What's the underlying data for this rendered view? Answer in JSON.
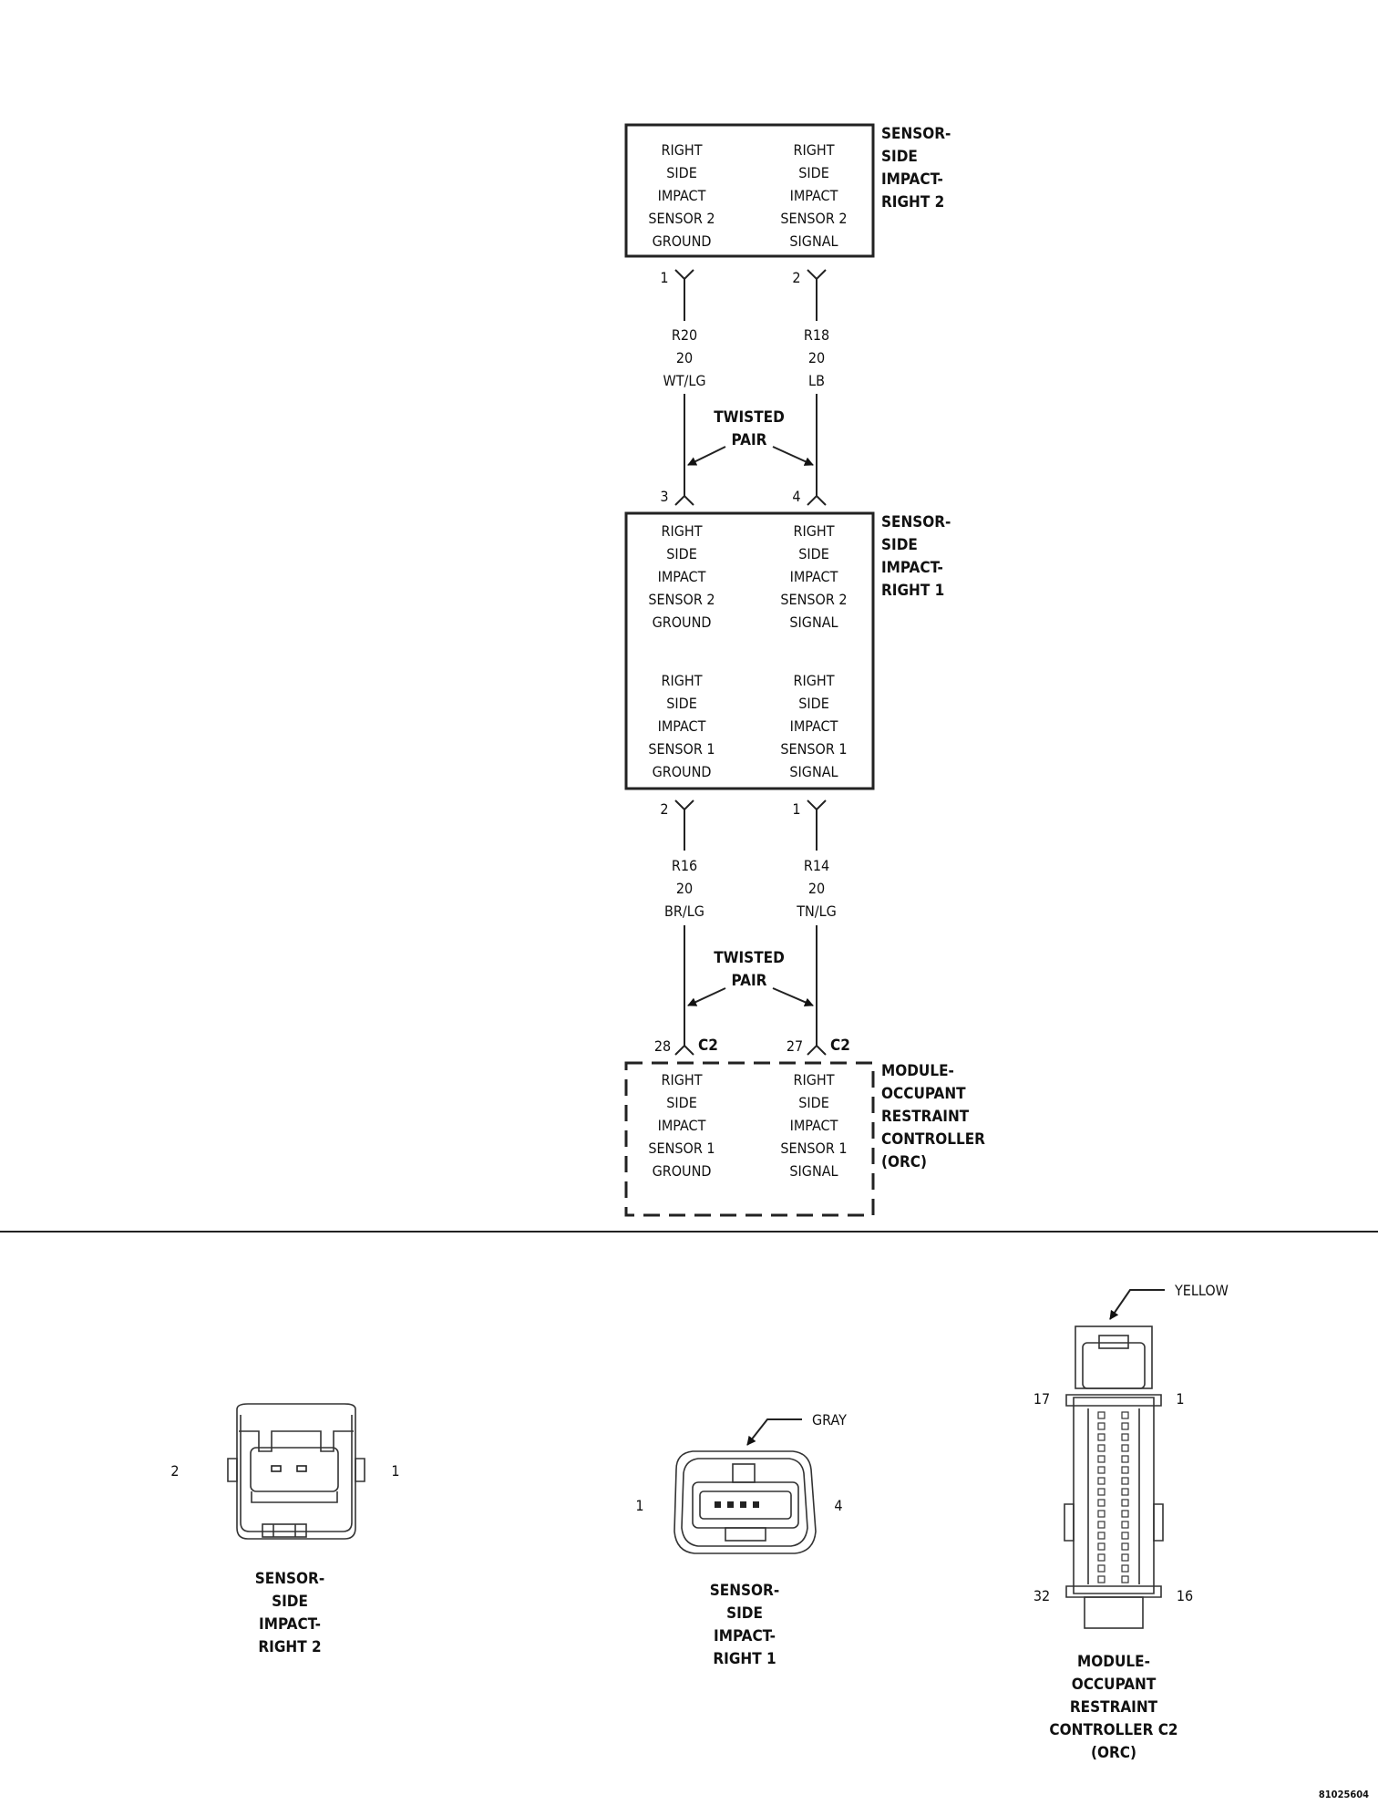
{
  "sensor_right2": {
    "title": [
      "SENSOR-",
      "SIDE",
      "IMPACT-",
      "RIGHT 2"
    ],
    "left_func": [
      "RIGHT",
      "SIDE",
      "IMPACT",
      "SENSOR 2",
      "GROUND"
    ],
    "right_func": [
      "RIGHT",
      "SIDE",
      "IMPACT",
      "SENSOR 2",
      "SIGNAL"
    ],
    "pin_left": "1",
    "pin_right": "2"
  },
  "wires_upper": {
    "left": [
      "R20",
      "20",
      "WT/LG"
    ],
    "right": [
      "R18",
      "20",
      "LB"
    ],
    "twisted": [
      "TWISTED",
      "PAIR"
    ]
  },
  "sensor_right1": {
    "title": [
      "SENSOR-",
      "SIDE",
      "IMPACT-",
      "RIGHT 1"
    ],
    "pin_in_left": "3",
    "pin_in_right": "4",
    "top_left_func": [
      "RIGHT",
      "SIDE",
      "IMPACT",
      "SENSOR 2",
      "GROUND"
    ],
    "top_right_func": [
      "RIGHT",
      "SIDE",
      "IMPACT",
      "SENSOR 2",
      "SIGNAL"
    ],
    "bot_left_func": [
      "RIGHT",
      "SIDE",
      "IMPACT",
      "SENSOR 1",
      "GROUND"
    ],
    "bot_right_func": [
      "RIGHT",
      "SIDE",
      "IMPACT",
      "SENSOR 1",
      "SIGNAL"
    ],
    "pin_out_left": "2",
    "pin_out_right": "1"
  },
  "wires_lower": {
    "left": [
      "R16",
      "20",
      "BR/LG"
    ],
    "right": [
      "R14",
      "20",
      "TN/LG"
    ],
    "twisted": [
      "TWISTED",
      "PAIR"
    ]
  },
  "orc": {
    "title": [
      "MODULE-",
      "OCCUPANT",
      "RESTRAINT",
      "CONTROLLER",
      "(ORC)"
    ],
    "pin_left": "28",
    "pin_right": "27",
    "connector": "C2",
    "left_func": [
      "RIGHT",
      "SIDE",
      "IMPACT",
      "SENSOR 1",
      "GROUND"
    ],
    "right_func": [
      "RIGHT",
      "SIDE",
      "IMPACT",
      "SENSOR 1",
      "SIGNAL"
    ]
  },
  "connector_views": {
    "right2": {
      "caption": [
        "SENSOR-",
        "SIDE",
        "IMPACT-",
        "RIGHT 2"
      ],
      "pin_left": "2",
      "pin_right": "1"
    },
    "right1": {
      "caption": [
        "SENSOR-",
        "SIDE",
        "IMPACT-",
        "RIGHT 1"
      ],
      "color": "GRAY",
      "pin_left": "1",
      "pin_right": "4"
    },
    "orc_c2": {
      "caption": [
        "MODULE-",
        "OCCUPANT",
        "RESTRAINT",
        "CONTROLLER C2",
        "(ORC)"
      ],
      "color": "YELLOW",
      "pin_tl": "17",
      "pin_tr": "1",
      "pin_bl": "32",
      "pin_br": "16"
    }
  },
  "figure_id": "81025604"
}
